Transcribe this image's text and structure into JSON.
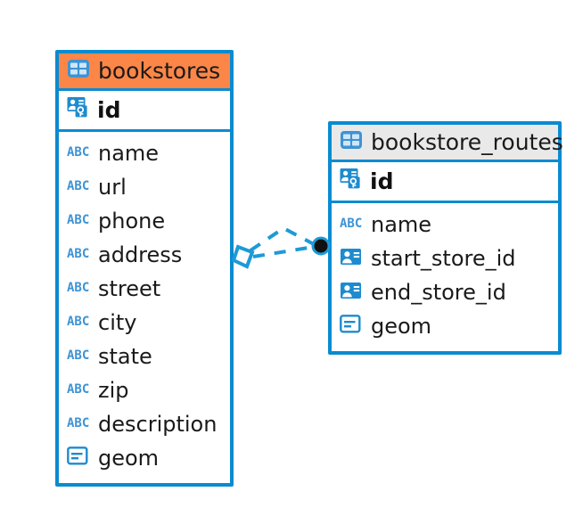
{
  "diagram": {
    "type": "entity-relationship-diagram",
    "background": "#ffffff",
    "accent_color": "#0a8bd0",
    "highlight_color": "#fb8647",
    "neutral_header_color": "#e9e9e9"
  },
  "tables": [
    {
      "id": "bookstores",
      "name": "bookstores",
      "header_style": "orange",
      "header_icon": "table-icon",
      "primary_key": {
        "name": "id",
        "icon": "primary-key-icon"
      },
      "fields": [
        {
          "name": "name",
          "icon": "abc-icon"
        },
        {
          "name": "url",
          "icon": "abc-icon"
        },
        {
          "name": "phone",
          "icon": "abc-icon"
        },
        {
          "name": "address",
          "icon": "abc-icon"
        },
        {
          "name": "street",
          "icon": "abc-icon"
        },
        {
          "name": "city",
          "icon": "abc-icon"
        },
        {
          "name": "state",
          "icon": "abc-icon"
        },
        {
          "name": "zip",
          "icon": "abc-icon"
        },
        {
          "name": "description",
          "icon": "abc-icon"
        },
        {
          "name": "geom",
          "icon": "geometry-icon"
        }
      ]
    },
    {
      "id": "bookstore_routes",
      "name": "bookstore_routes",
      "header_style": "grey",
      "header_icon": "table-icon",
      "primary_key": {
        "name": "id",
        "icon": "primary-key-icon"
      },
      "fields": [
        {
          "name": "name",
          "icon": "abc-icon"
        },
        {
          "name": "start_store_id",
          "icon": "foreign-key-icon"
        },
        {
          "name": "end_store_id",
          "icon": "foreign-key-icon"
        },
        {
          "name": "geom",
          "icon": "geometry-icon"
        }
      ]
    }
  ],
  "relationship": {
    "name": "bookstores-to-bookstore-routes",
    "line_style": "dashed",
    "line_color": "#0a8bd0",
    "source_marker": "diamond-marker",
    "target_marker": "filled-circle-marker",
    "branches": 2
  }
}
